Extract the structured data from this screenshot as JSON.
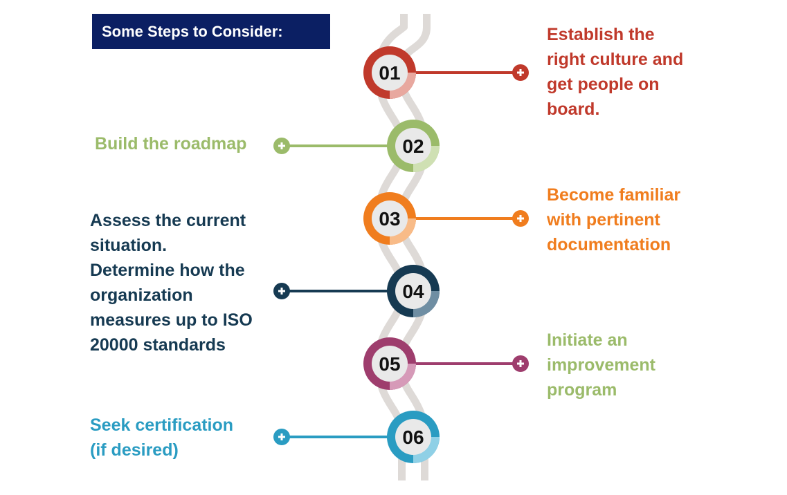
{
  "header": {
    "title": "Some Steps to Consider:"
  },
  "steps": [
    {
      "number": "01",
      "text": "Establish the\nright culture and\nget people on\nboard.",
      "color": "#c0392b",
      "light": "#e8a89f"
    },
    {
      "number": "02",
      "text": "Build the roadmap",
      "color": "#9bbb6a",
      "light": "#cfe0b3"
    },
    {
      "number": "03",
      "text": "Become familiar\nwith pertinent\ndocumentation",
      "color": "#f07d1e",
      "light": "#f8bb88"
    },
    {
      "number": "04",
      "text": "Assess the current\nsituation.\nDetermine how the\norganization\nmeasures up to ISO\n20000 standards",
      "color": "#163a52",
      "light": "#6f8ea3"
    },
    {
      "number": "05",
      "text": "Initiate an\nimprovement\nprogram",
      "color": "#9e3d6d",
      "light": "#d69ab8"
    },
    {
      "number": "06",
      "text": "Seek certification\n(if desired)",
      "color": "#2a9cc2",
      "light": "#8fd0e6"
    }
  ],
  "step_text_colors": [
    "#c0392b",
    "#9bbb6a",
    "#f07d1e",
    "#163a52",
    "#9bbb6a",
    "#2a9cc2"
  ],
  "icons": {
    "connector_end": "plus-circle-icon",
    "path": "winding-road"
  }
}
